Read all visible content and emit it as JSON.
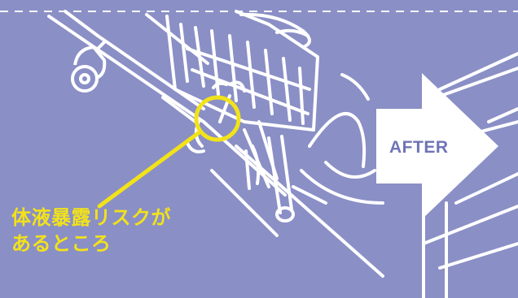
{
  "illustration": {
    "background_color": "#8a8fc6",
    "line_color": "#ffffff",
    "highlight_color": "#f2e21a",
    "subject": "bed-rail-icon"
  },
  "callout": {
    "line1": "体液暴露リスクが",
    "line2": "あるところ"
  },
  "arrow": {
    "label": "AFTER",
    "fill": "#ffffff",
    "text_color": "#6f74b6"
  }
}
